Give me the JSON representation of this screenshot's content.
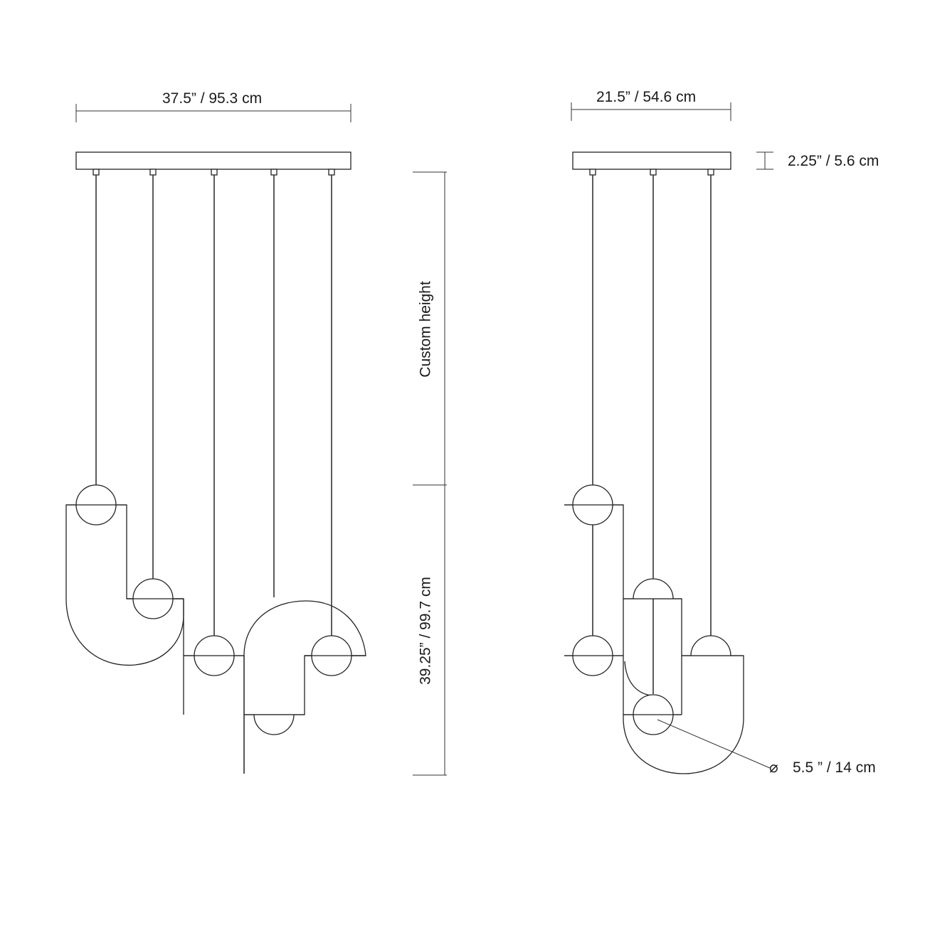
{
  "front_view": {
    "width_label": "37.5” / 95.3 cm",
    "custom_height_label": "Custom height",
    "fixture_height_label": "39.25” / 99.7  cm"
  },
  "side_view": {
    "width_label": "21.5” / 54.6 cm",
    "canopy_height_label": "2.25”  /  5.6 cm",
    "globe_diameter_symbol": "⌀",
    "globe_diameter_label": "5.5 ” / 14 cm"
  }
}
